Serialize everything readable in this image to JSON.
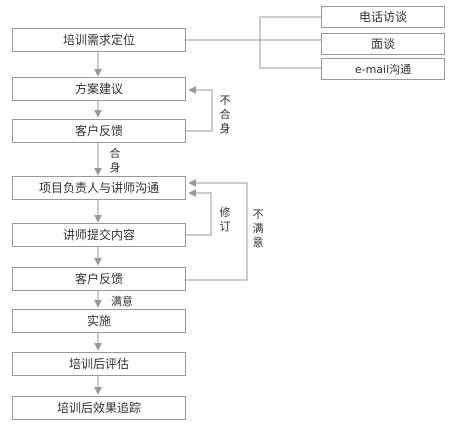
{
  "steps": {
    "positioning": "培训需求定位",
    "proposal": "方案建议",
    "feedback1": "客户反馈",
    "communication": "项目负责人与讲师沟通",
    "content": "讲师提交内容",
    "feedback2": "客户反馈",
    "implement": "实施",
    "evaluate": "培训后评估",
    "tracking": "培训后效果追踪"
  },
  "channels": {
    "phone": "电话访谈",
    "interview": "面谈",
    "email": "e-mail沟通"
  },
  "labels": {
    "not_fit": [
      "不",
      "合",
      "身"
    ],
    "fit": [
      "合",
      "身"
    ],
    "revise": [
      "修",
      "订"
    ],
    "unsatisfied": [
      "不",
      "满",
      "意"
    ],
    "satisfied": "满意"
  },
  "colors": {
    "line": "#999999",
    "box_border": "#999999",
    "text": "#333333"
  }
}
